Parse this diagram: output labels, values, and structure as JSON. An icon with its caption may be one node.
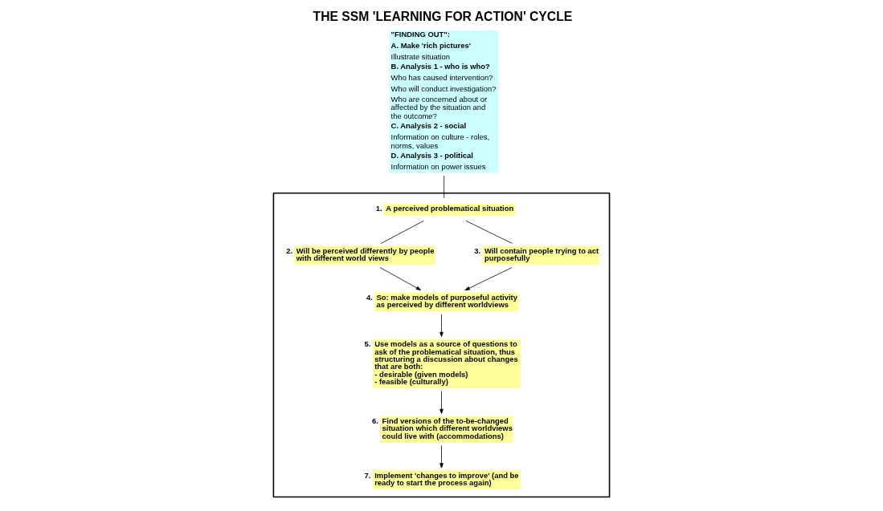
{
  "diagram": {
    "title": "THE SSM 'LEARNING FOR ACTION' CYCLE",
    "nodes": [
      {
        "text": [
          "\"FINDING OUT\":",
          "A. Make 'rich pictures'",
          "Illustrate situation",
          "B. Analysis 1 - who is who?",
          "Who has caused intervention?",
          "Who will conduct investigation?",
          "Who are concerned about or affected by the situation and the outcome?",
          "C. Analysis 2 - social",
          "Information on culture - roles, norms, values",
          "D. Analysis 3 - political",
          "Information on power issues"
        ]
      },
      {
        "text": [],
        "shape": "box"
      },
      {
        "text": [
          "1.",
          "A perceived problematical situation"
        ],
        "in": 1
      },
      {
        "text": [
          "2.",
          "Will be perceived differently by people with different world views"
        ],
        "in": 1
      },
      {
        "text": [
          "3.",
          "Will contain people trying to act purposefully"
        ],
        "in": 1
      },
      {
        "text": [
          "4.",
          "So: make models of purposeful activity as perceived by different worldviews"
        ],
        "in": 1
      },
      {
        "text": [
          "5.",
          "Use models as a source of questions to ask of the problematical situation, thus structuring a discussion about changes that are both:",
          "- desirable (given models)",
          "- feasible (culturally)"
        ],
        "in": 1
      },
      {
        "text": [
          "6.",
          "Find versions of the to-be-changed situation which different worldviews could live with (accommodations)"
        ],
        "in": 1
      },
      {
        "text": [
          "7.",
          "Implement 'changes to improve' (and be ready to start the process again)"
        ],
        "in": 1
      }
    ],
    "edges": [
      {
        "from": 0,
        "to": 2,
        "arrow": "none"
      },
      {
        "from": 2,
        "to": 3,
        "arrow": "none"
      },
      {
        "from": 2,
        "to": 4,
        "arrow": "none"
      },
      {
        "from": 4,
        "to": 5,
        "arrow": "to"
      },
      {
        "from": 3,
        "to": 5,
        "arrow": "to"
      },
      {
        "from": 5,
        "to": 6,
        "arrow": "to"
      },
      {
        "from": 6,
        "to": 7,
        "arrow": "to"
      },
      {
        "from": 7,
        "to": 8,
        "arrow": "to"
      }
    ]
  }
}
